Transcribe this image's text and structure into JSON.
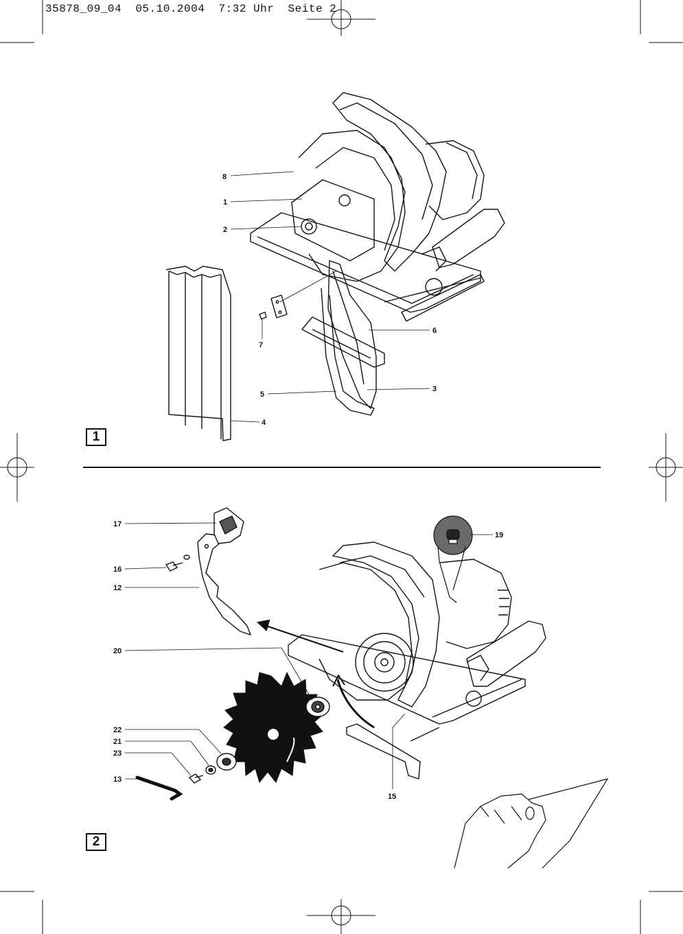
{
  "header": {
    "text": "35878_09_04  05.10.2004  7:32 Uhr  Seite 2"
  },
  "figure1": {
    "badge": "1",
    "labels": [
      {
        "id": "8",
        "text": "8"
      },
      {
        "id": "1",
        "text": "1"
      },
      {
        "id": "2",
        "text": "2"
      },
      {
        "id": "7",
        "text": "7"
      },
      {
        "id": "6",
        "text": "6"
      },
      {
        "id": "5",
        "text": "5"
      },
      {
        "id": "3",
        "text": "3"
      },
      {
        "id": "4",
        "text": "4"
      }
    ]
  },
  "figure2": {
    "badge": "2",
    "labels": [
      {
        "id": "17",
        "text": "17"
      },
      {
        "id": "16",
        "text": "16"
      },
      {
        "id": "12",
        "text": "12"
      },
      {
        "id": "19",
        "text": "19"
      },
      {
        "id": "20",
        "text": "20"
      },
      {
        "id": "22",
        "text": "22"
      },
      {
        "id": "21",
        "text": "21"
      },
      {
        "id": "23",
        "text": "23"
      },
      {
        "id": "13",
        "text": "13"
      },
      {
        "id": "15",
        "text": "15"
      }
    ]
  }
}
